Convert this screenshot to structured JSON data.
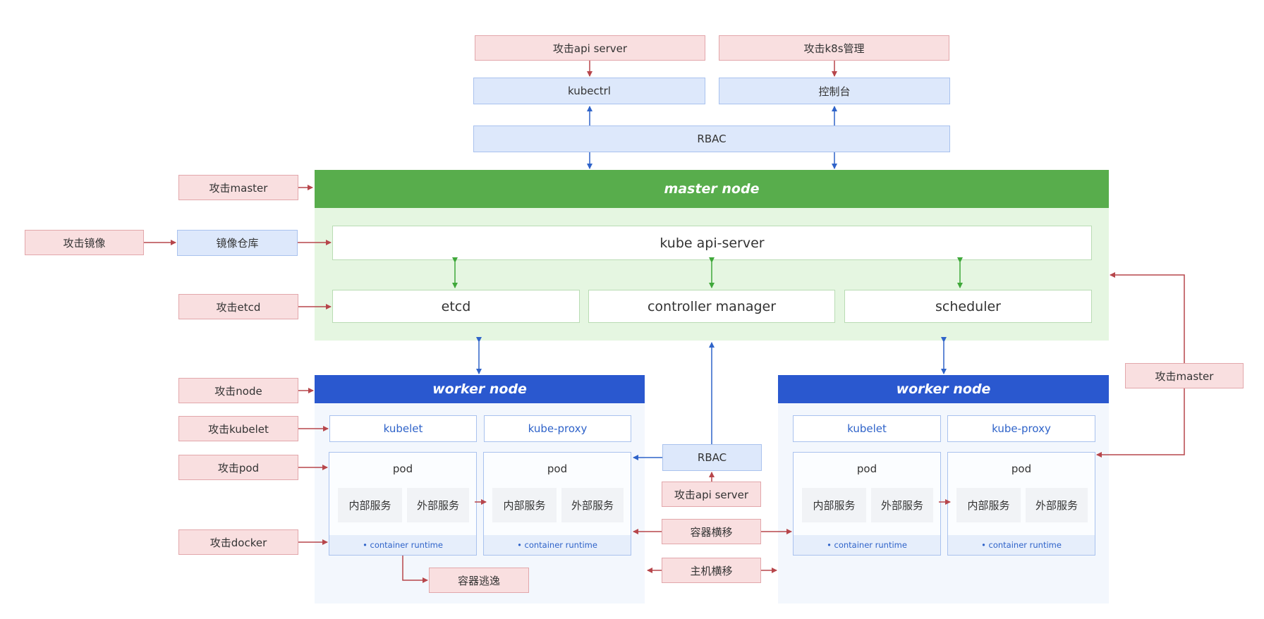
{
  "top": {
    "attack_api_server": "攻击api server",
    "attack_k8s_console": "攻击k8s管理",
    "kubectrl": "kubectrl",
    "console": "控制台",
    "rbac": "RBAC"
  },
  "left_attacks": {
    "master": "攻击master",
    "image": "攻击镜像",
    "image_registry": "镜像仓库",
    "etcd": "攻击etcd",
    "node": "攻击node",
    "kubelet": "攻击kubelet",
    "pod": "攻击pod",
    "docker": "攻击docker"
  },
  "master_node": {
    "title": "master node",
    "api_server": "kube api-server",
    "etcd": "etcd",
    "controller_manager": "controller manager",
    "scheduler": "scheduler"
  },
  "worker_left": {
    "title": "worker node",
    "kubelet": "kubelet",
    "kube_proxy": "kube-proxy",
    "pods": [
      {
        "title": "pod",
        "svc_internal": "内部服务",
        "svc_external": "外部服务",
        "runtime": "• container runtime"
      },
      {
        "title": "pod",
        "svc_internal": "内部服务",
        "svc_external": "外部服务",
        "runtime": "• container runtime"
      }
    ]
  },
  "worker_right": {
    "title": "worker node",
    "kubelet": "kubelet",
    "kube_proxy": "kube-proxy",
    "pods": [
      {
        "title": "pod",
        "svc_internal": "内部服务",
        "svc_external": "外部服务",
        "runtime": "• container runtime"
      },
      {
        "title": "pod",
        "svc_internal": "内部服务",
        "svc_external": "外部服务",
        "runtime": "• container runtime"
      }
    ]
  },
  "middle": {
    "rbac": "RBAC",
    "attack_api_server": "攻击api server",
    "container_lateral": "容器横移",
    "host_lateral": "主机横移",
    "container_escape": "容器逃逸"
  },
  "right_attacks": {
    "master": "攻击master"
  },
  "colors": {
    "attack_fill": "#f9dfe0",
    "attack_border": "#e2a7ab",
    "attack_arrow": "#b7464b",
    "blue_fill": "#dde8fb",
    "blue_arrow": "#2f63c9",
    "green_header": "#58ad4c",
    "green_area": "#e5f6e1",
    "green_arrow": "#3fa83a",
    "worker_header": "#2a58cf"
  }
}
